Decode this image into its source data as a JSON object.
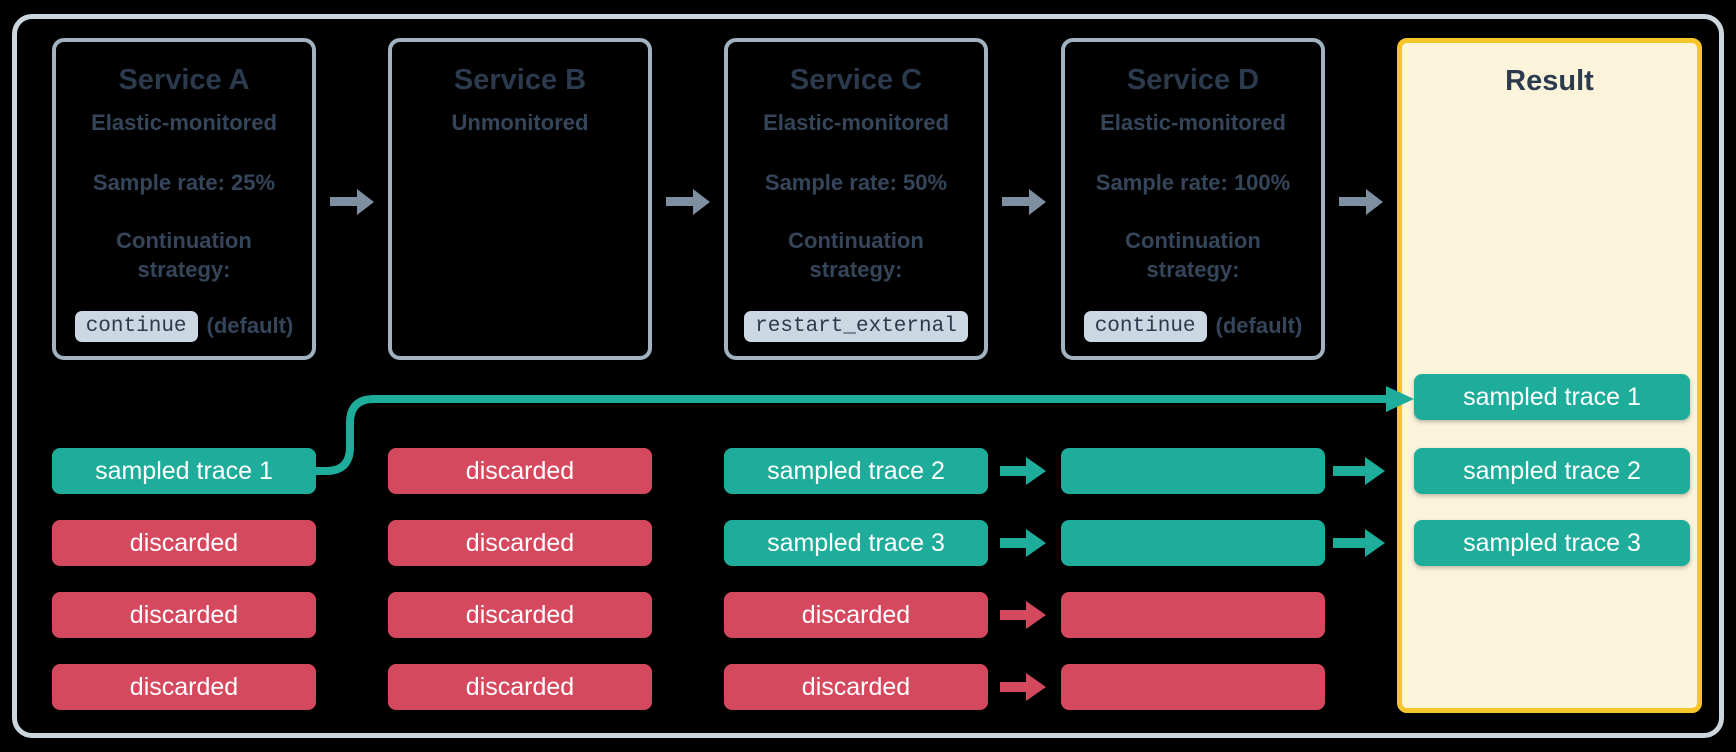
{
  "colors": {
    "teal": "#1EAC9B",
    "red": "#D4495E",
    "yellow_border": "#F6C52A",
    "cream_fill": "#FBF4DB",
    "box_border": "#A3B2C0",
    "outer_border": "#CBD6DE",
    "dark_text": "#2B3A4C",
    "body_text": "#36465A",
    "chip_bg": "#CBD7E2",
    "gray_arrow": "#7D8FA0",
    "pill_text": "#FFFFFF"
  },
  "services": [
    {
      "title": "Service A",
      "monitoring": "Elastic-monitored",
      "sample_rate": "Sample rate: 25%",
      "strategy_label": "Continuation strategy:",
      "strategy_code": "continue",
      "strategy_note": "(default)"
    },
    {
      "title": "Service B",
      "monitoring": "Unmonitored"
    },
    {
      "title": "Service C",
      "monitoring": "Elastic-monitored",
      "sample_rate": "Sample rate: 50%",
      "strategy_label": "Continuation strategy:",
      "strategy_code": "restart_external"
    },
    {
      "title": "Service D",
      "monitoring": "Elastic-monitored",
      "sample_rate": "Sample rate: 100%",
      "strategy_label": "Continuation strategy:",
      "strategy_code": "continue",
      "strategy_note": "(default)"
    }
  ],
  "result": {
    "title": "Result",
    "pills": [
      "sampled trace 1",
      "sampled trace 2",
      "sampled trace 3"
    ]
  },
  "columns": [
    {
      "service": "Service A",
      "rows": [
        {
          "label": "sampled trace 1",
          "status": "sampled"
        },
        {
          "label": "discarded",
          "status": "discarded"
        },
        {
          "label": "discarded",
          "status": "discarded"
        },
        {
          "label": "discarded",
          "status": "discarded"
        }
      ]
    },
    {
      "service": "Service B",
      "rows": [
        {
          "label": "discarded",
          "status": "discarded"
        },
        {
          "label": "discarded",
          "status": "discarded"
        },
        {
          "label": "discarded",
          "status": "discarded"
        },
        {
          "label": "discarded",
          "status": "discarded"
        }
      ]
    },
    {
      "service": "Service C",
      "rows": [
        {
          "label": "sampled trace 2",
          "status": "sampled"
        },
        {
          "label": "sampled trace 3",
          "status": "sampled"
        },
        {
          "label": "discarded",
          "status": "discarded"
        },
        {
          "label": "discarded",
          "status": "discarded"
        }
      ]
    },
    {
      "service": "Service D",
      "rows": [
        {
          "label": "",
          "status": "sampled"
        },
        {
          "label": "",
          "status": "sampled"
        },
        {
          "label": "",
          "status": "discarded"
        },
        {
          "label": "",
          "status": "discarded"
        }
      ]
    }
  ],
  "flow_arrows": [
    {
      "from": "Service A",
      "to": "Service B"
    },
    {
      "from": "Service B",
      "to": "Service C"
    },
    {
      "from": "Service C",
      "to": "Service D"
    },
    {
      "from": "Service D",
      "to": "Result"
    }
  ],
  "row_arrows": {
    "c_to_d": [
      "sampled",
      "sampled",
      "discarded",
      "discarded"
    ],
    "d_to_result": [
      "sampled",
      "sampled"
    ],
    "a_to_result_connector": "sampled"
  }
}
